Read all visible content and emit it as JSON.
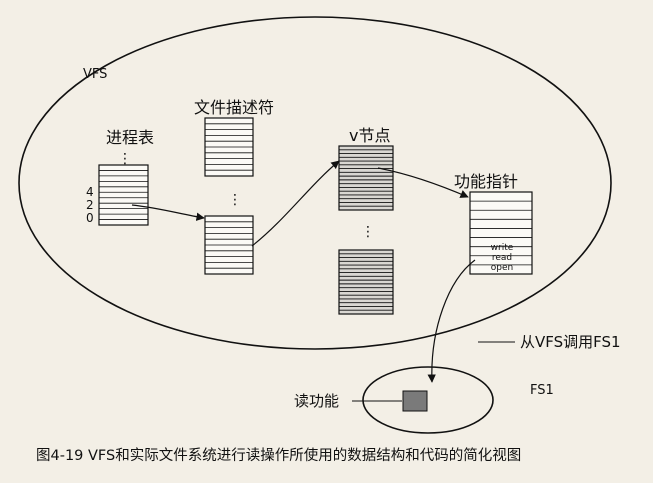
{
  "labels": {
    "vfs": "VFS",
    "process_table": "进程表",
    "file_descriptors": "文件描述符",
    "vnode": "v节点",
    "function_pointers": "功能指针",
    "call_fs1": "从VFS调用FS1",
    "fs1": "FS1",
    "read_function": "读功能"
  },
  "process_table_slots": [
    "4",
    "2",
    "0"
  ],
  "function_pointer_entries": [
    "write",
    "read",
    "open"
  ],
  "ellipsis": "⋮",
  "caption": "图4-19   VFS和实际文件系统进行读操作所使用的数据结构和代码的简化视图",
  "colors": {
    "ink": "#111111",
    "background": "#f3efe6",
    "read_box": "#7a7a7a"
  }
}
